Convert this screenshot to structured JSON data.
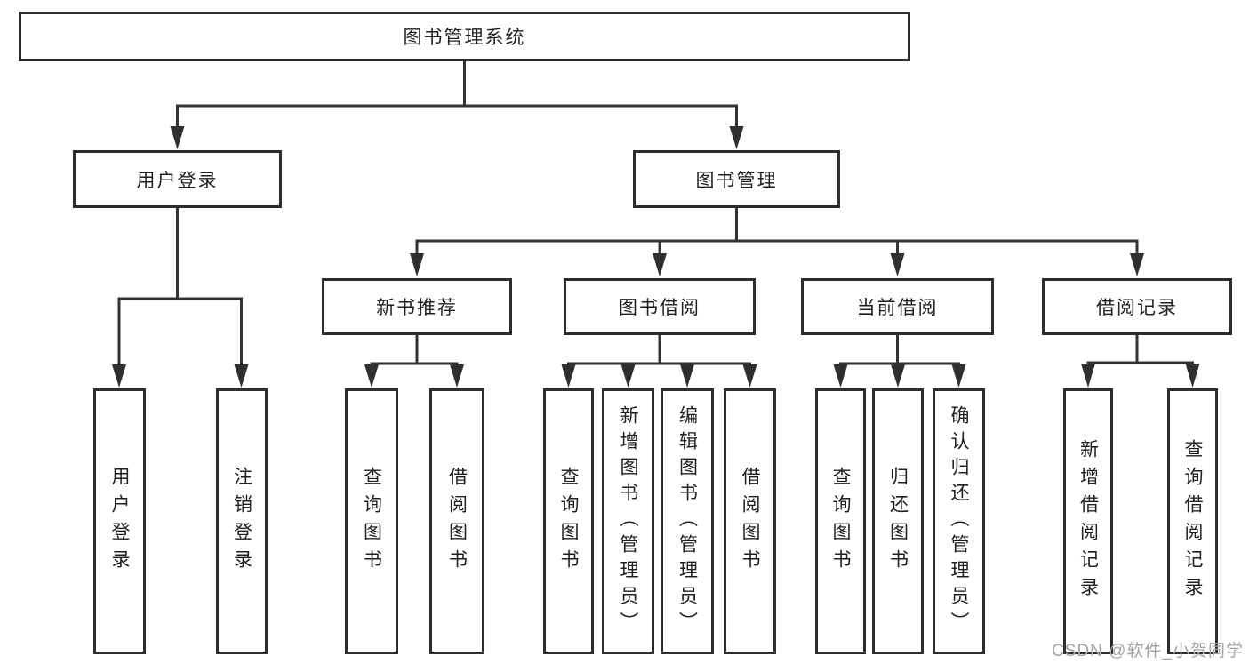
{
  "diagram": {
    "title": "图书管理系统",
    "colors": {
      "line": "#333333",
      "box_border": "#2d2d2d",
      "text": "#1f1f1f",
      "background": "#ffffff",
      "watermark": "#a3a3a3"
    },
    "nodes": {
      "root": "图书管理系统",
      "user_login": "用户登录",
      "book_mgmt": "图书管理",
      "new_books": "新书推荐",
      "book_borrow": "图书借阅",
      "current_borrow": "当前借阅",
      "borrow_records": "借阅记录",
      "leaf_user_login": "用户登录",
      "leaf_logout": "注销登录",
      "leaf_nb_query": "查询图书",
      "leaf_nb_borrow": "借阅图书",
      "leaf_bb_query": "查询图书",
      "leaf_bb_add": "新增图书（管理员）",
      "leaf_bb_edit": "编辑图书（管理员）",
      "leaf_bb_borrow": "借阅图书",
      "leaf_cb_query": "查询图书",
      "leaf_cb_return": "归还图书",
      "leaf_cb_confirm": "确认归还（管理员）",
      "leaf_br_add": "新增借阅记录",
      "leaf_br_query": "查询借阅记录"
    },
    "hierarchy": {
      "图书管理系统": {
        "用户登录": [
          "用户登录",
          "注销登录"
        ],
        "图书管理": {
          "新书推荐": [
            "查询图书",
            "借阅图书"
          ],
          "图书借阅": [
            "查询图书",
            "新增图书（管理员）",
            "编辑图书（管理员）",
            "借阅图书"
          ],
          "当前借阅": [
            "查询图书",
            "归还图书",
            "确认归还（管理员）"
          ],
          "借阅记录": [
            "新增借阅记录",
            "查询借阅记录"
          ]
        }
      }
    }
  },
  "watermark": "CSDN @软件_小贺同学"
}
